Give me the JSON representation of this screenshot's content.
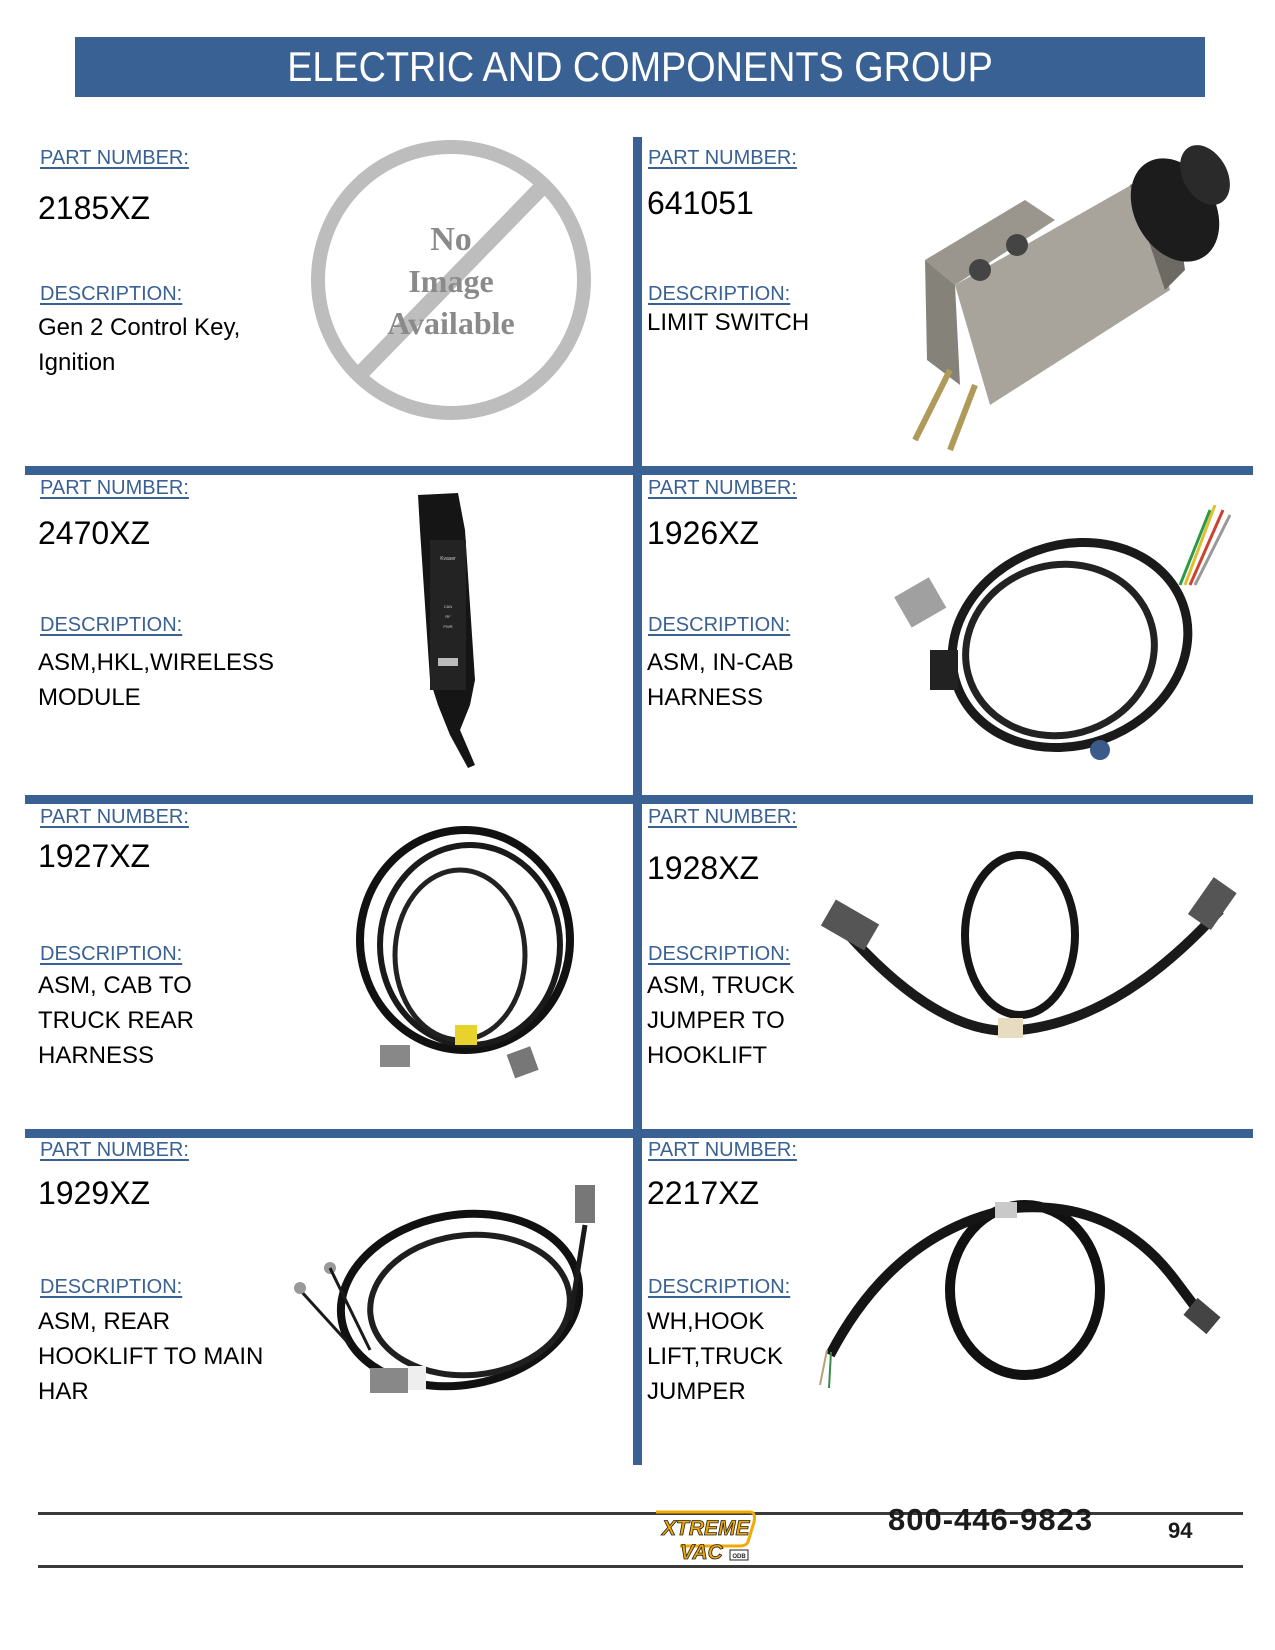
{
  "header": {
    "title": "ELECTRIC AND COMPONENTS GROUP"
  },
  "labels": {
    "part_number": "PART NUMBER:",
    "description": "DESCRIPTION:"
  },
  "parts": [
    {
      "part_number": "2185XZ",
      "description_lines": [
        "Gen 2 Control Key,",
        "Ignition"
      ],
      "image": "no-image-available",
      "no_image_text": [
        "No",
        "Image",
        "Available"
      ]
    },
    {
      "part_number": "641051",
      "description_lines": [
        "LIMIT SWITCH"
      ],
      "image": "limit-switch-photo"
    },
    {
      "part_number": "2470XZ",
      "description_lines": [
        "ASM,HKL,WIRELESS",
        "MODULE"
      ],
      "image": "wireless-module-photo"
    },
    {
      "part_number": "1926XZ",
      "description_lines": [
        "ASM, IN-CAB",
        "HARNESS"
      ],
      "image": "in-cab-harness-photo"
    },
    {
      "part_number": "1927XZ",
      "description_lines": [
        "ASM, CAB TO",
        "TRUCK REAR",
        "HARNESS"
      ],
      "image": "cab-to-truck-rear-harness-photo"
    },
    {
      "part_number": "1928XZ",
      "description_lines": [
        "ASM, TRUCK",
        "JUMPER TO",
        "HOOKLIFT"
      ],
      "image": "truck-jumper-harness-photo"
    },
    {
      "part_number": "1929XZ",
      "description_lines": [
        "ASM, REAR",
        "HOOKLIFT TO MAIN",
        "HAR"
      ],
      "image": "rear-hooklift-harness-photo"
    },
    {
      "part_number": "2217XZ",
      "description_lines": [
        "WH,HOOK",
        "LIFT,TRUCK",
        "JUMPER"
      ],
      "image": "hooklift-truck-jumper-photo"
    }
  ],
  "footer": {
    "logo_text_top": "XTREME",
    "logo_text_bottom": "VAC",
    "logo_badge": "ODB",
    "phone": "800-446-9823",
    "page_number": "94"
  },
  "colors": {
    "accent": "#3A6193",
    "logo_yellow": "#F2A900"
  }
}
